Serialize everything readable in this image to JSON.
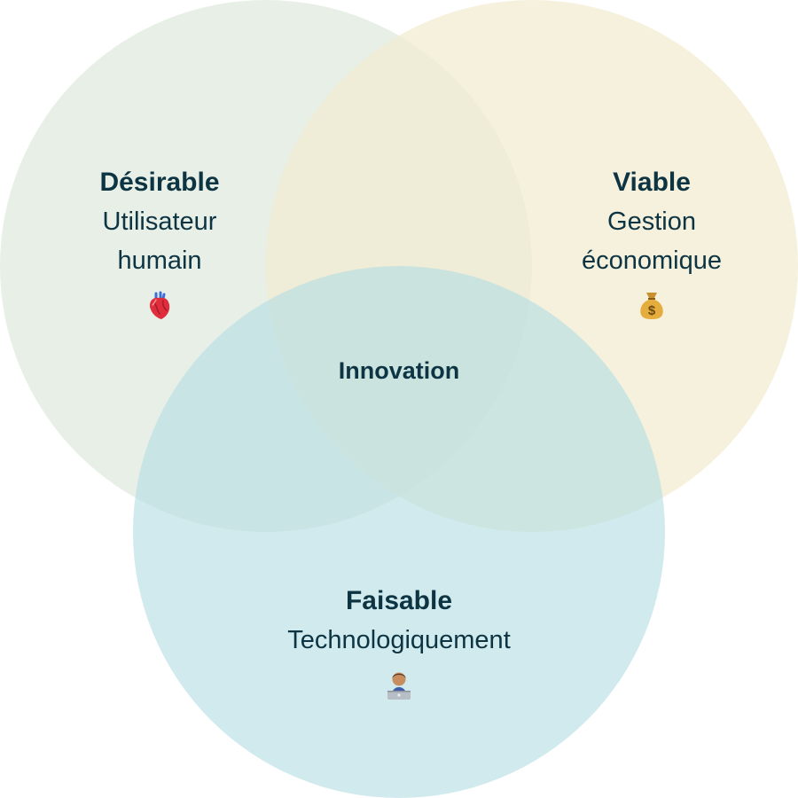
{
  "diagram": {
    "circles": [
      {
        "id": "desirable",
        "title": "Désirable",
        "subtitle_lines": [
          "Utilisateur",
          "humain"
        ],
        "icon": "anatomical-heart-icon",
        "color": "#dfeadf"
      },
      {
        "id": "viable",
        "title": "Viable",
        "subtitle_lines": [
          "Gestion",
          "économique"
        ],
        "icon": "money-bag-icon",
        "color": "#f2ecd2"
      },
      {
        "id": "faisable",
        "title": "Faisable",
        "subtitle_lines": [
          "Technologiquement"
        ],
        "icon": "technologist-icon",
        "color": "#b4dde3"
      }
    ],
    "center_label": "Innovation",
    "text_color": "#0d3442"
  }
}
